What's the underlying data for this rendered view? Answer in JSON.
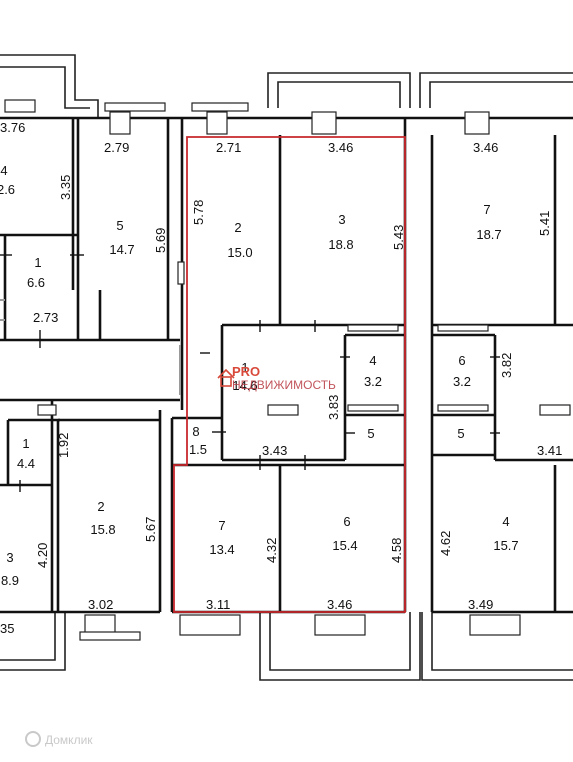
{
  "rooms": [
    {
      "id": "r1",
      "number": "1",
      "area": "14.6",
      "highlighted": true
    },
    {
      "id": "r2",
      "number": "2",
      "area": "15.0",
      "highlighted": true
    },
    {
      "id": "r3",
      "number": "3",
      "area": "18.8",
      "highlighted": true
    },
    {
      "id": "r4",
      "number": "4",
      "area": "3.2",
      "highlighted": true
    },
    {
      "id": "r5",
      "number": "5",
      "area": "",
      "highlighted": true
    },
    {
      "id": "r6",
      "number": "6",
      "area": "15.4",
      "highlighted": true
    },
    {
      "id": "r7",
      "number": "7",
      "area": "13.4",
      "highlighted": true
    },
    {
      "id": "r8",
      "number": "8",
      "area": "1.5",
      "highlighted": true
    },
    {
      "id": "l1",
      "number": "1",
      "area": "6.6"
    },
    {
      "id": "l4",
      "number": "4",
      "area": "2.6"
    },
    {
      "id": "l5",
      "number": "5",
      "area": "14.7"
    },
    {
      "id": "l1b",
      "number": "1",
      "area": "4.4"
    },
    {
      "id": "l2b",
      "number": "2",
      "area": "15.8"
    },
    {
      "id": "l3b",
      "number": "3",
      "area": "8.9"
    },
    {
      "id": "rt7",
      "number": "7",
      "area": "18.7"
    },
    {
      "id": "rt6",
      "number": "6",
      "area": "3.2"
    },
    {
      "id": "rt5",
      "number": "5",
      "area": ""
    },
    {
      "id": "rt4",
      "number": "4",
      "area": "15.7"
    }
  ],
  "dimensions": {
    "d376": "3.76",
    "d335": "3.35",
    "d279": "2.79",
    "d569": "5.69",
    "d273": "2.73",
    "d271": "2.71",
    "d578": "5.78",
    "d346top": "3.46",
    "d543": "5.43",
    "d346r": "3.46",
    "d541": "5.41",
    "d382": "3.82",
    "d383": "3.83",
    "d343": "3.43",
    "d341": "3.41",
    "d192": "1.92",
    "d420": "4.20",
    "d567": "5.67",
    "d302": "3.02",
    "d335b": "35",
    "d432": "4.32",
    "d458": "4.58",
    "d311": "3.11",
    "d346b": "3.46",
    "d462": "4.62",
    "d349": "3.49"
  },
  "watermark": {
    "pro": "PRO",
    "text": "НЕДВИЖИМОСТЬ"
  },
  "footer": {
    "brand": "Домклик"
  },
  "colors": {
    "wall": "#111111",
    "highlight": "#c8282d",
    "grey_wall": "#9a9a9a"
  }
}
